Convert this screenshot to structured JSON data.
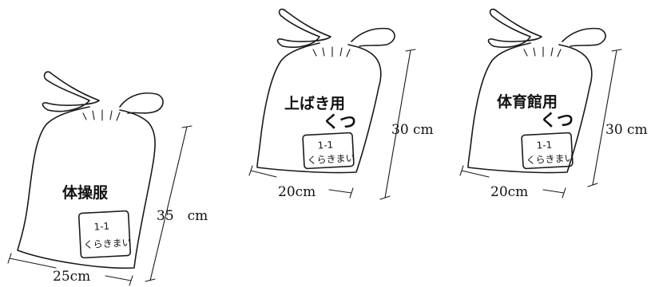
{
  "bags": [
    {
      "title": "体操服",
      "subtitle": "",
      "tag_class": "1-1",
      "tag_name": "くらきまい",
      "width_label": "25cm",
      "height_label": "35　cm"
    },
    {
      "title": "上ばき用",
      "subtitle": "くつ",
      "tag_class": "1-1",
      "tag_name": "くらきまい",
      "width_label": "20cm",
      "height_label": "30 cm"
    },
    {
      "title": "体育館用",
      "subtitle": "くつ",
      "tag_class": "1-1",
      "tag_name": "くらきまい",
      "width_label": "20cm",
      "height_label": "30 cm"
    }
  ]
}
